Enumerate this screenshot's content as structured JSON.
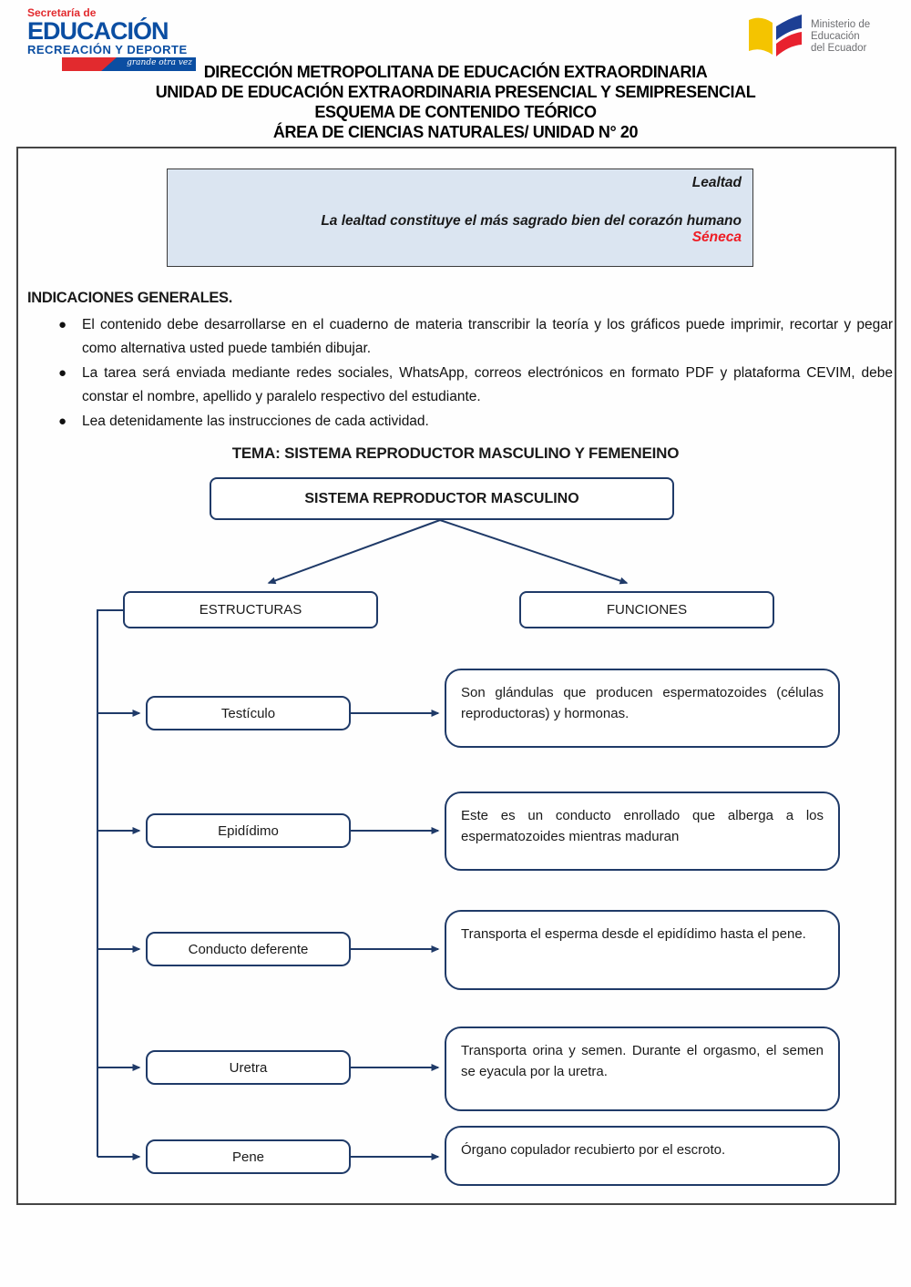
{
  "header": {
    "left_logo": {
      "line1": "Secretaría de",
      "line2": "EDUCACIÓN",
      "line3": "RECREACIÓN Y DEPORTE",
      "tagline": "grande otra vez"
    },
    "right_logo": {
      "line1": "Ministerio de",
      "line2": "Educación",
      "line3": "del Ecuador"
    },
    "title_lines": [
      "DIRECCIÓN METROPOLITANA DE EDUCACIÓN EXTRAORDINARIA",
      "UNIDAD DE EDUCACIÓN EXTRAORDINARIA PRESENCIAL Y SEMIPRESENCIAL",
      "ESQUEMA DE CONTENIDO TEÓRICO",
      "ÁREA DE CIENCIAS NATURALES/ UNIDAD N° 20"
    ]
  },
  "quote": {
    "title": "Lealtad",
    "text": "La lealtad constituye el más sagrado bien del corazón humano",
    "author": "Séneca"
  },
  "indications": {
    "heading": "INDICACIONES GENERALES.",
    "bullets": [
      "El contenido debe desarrollarse en el cuaderno de materia transcribir la teoría y los gráficos puede imprimir, recortar y pegar como alternativa usted puede también dibujar.",
      "La tarea será enviada mediante redes sociales, WhatsApp, correos electrónicos en formato PDF y plataforma CEVIM, debe constar el nombre, apellido y paralelo respectivo del estudiante.",
      "Lea detenidamente las instrucciones de cada actividad."
    ]
  },
  "tema": "TEMA: SISTEMA REPRODUCTOR MASCULINO Y FEMENEINO",
  "diagram": {
    "root": "SISTEMA REPRODUCTOR MASCULINO",
    "columns": {
      "left": "ESTRUCTURAS",
      "right": "FUNCIONES"
    },
    "rows": [
      {
        "structure": "Testículo",
        "function": "Son glándulas que producen espermatozoides (células reproductoras) y hormonas."
      },
      {
        "structure": "Epidídimo",
        "function": "Este es un conducto enrollado que alberga a los espermatozoides mientras maduran"
      },
      {
        "structure": "Conducto deferente",
        "function": "Transporta el esperma desde el epidídimo hasta el pene."
      },
      {
        "structure": "Uretra",
        "function": "Transporta orina y semen. Durante el orgasmo, el semen se eyacula por la uretra."
      },
      {
        "structure": "Pene",
        "function": "Órgano copulador recubierto por el escroto."
      }
    ]
  },
  "colors": {
    "diagram_line": "#1f3a68",
    "quote_bg": "#dbe5f1",
    "author_red": "#ee1c24",
    "logo_blue": "#0b4ea2",
    "logo_red": "#e22a2e"
  }
}
